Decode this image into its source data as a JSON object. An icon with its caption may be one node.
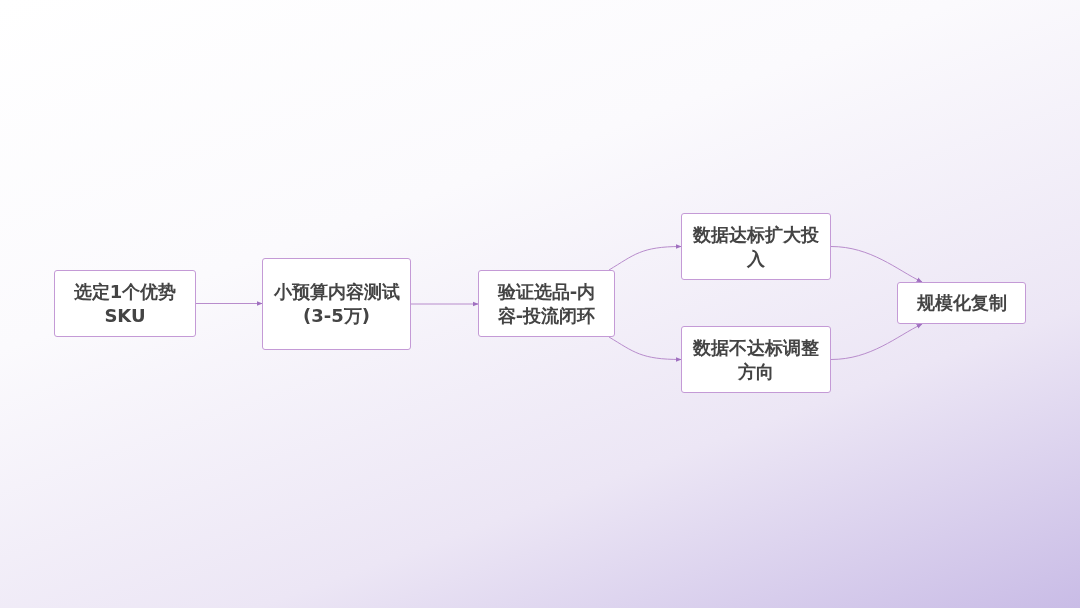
{
  "diagram": {
    "nodes": [
      {
        "text": [
          "选定1个优势SKU"
        ]
      },
      {
        "text": [
          "小预算内容测试(3-5万)"
        ]
      },
      {
        "text": [
          "验证选品-内容-投流闭环"
        ]
      },
      {
        "text": [
          "数据达标扩大投入"
        ]
      },
      {
        "text": [
          "数据不达标调整方向"
        ]
      },
      {
        "text": [
          "规模化复制"
        ]
      }
    ],
    "edges": [
      {
        "from": 0,
        "to": 1,
        "arrow": "to"
      },
      {
        "from": 1,
        "to": 2,
        "arrow": "to"
      },
      {
        "from": 2,
        "to": 3,
        "arrow": "to"
      },
      {
        "from": 2,
        "to": 4,
        "arrow": "to"
      },
      {
        "from": 3,
        "to": 5,
        "arrow": "to"
      },
      {
        "from": 4,
        "to": 5,
        "arrow": "to"
      }
    ]
  }
}
